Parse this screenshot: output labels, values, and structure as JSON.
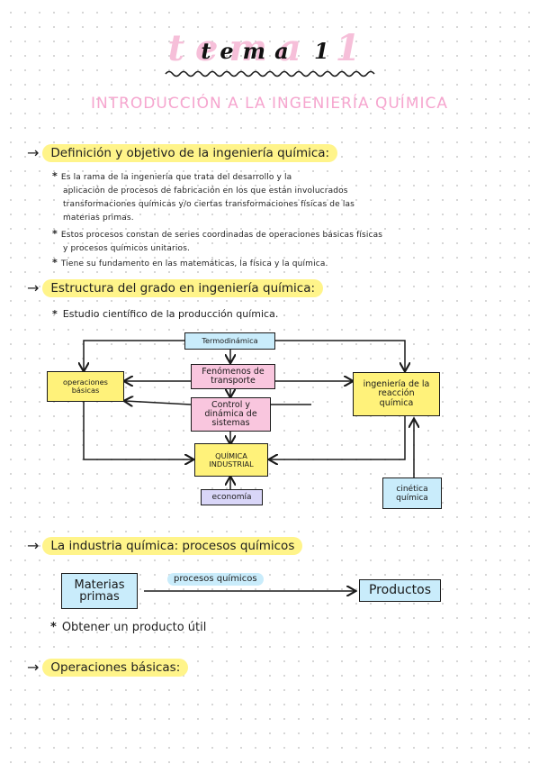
{
  "title": "tema 1",
  "subtitle": "INTRODUCCIÓN A LA INGENIERÍA QUÍMICA",
  "arrow_glyph": "→",
  "sections": [
    {
      "heading": "Definición y objetivo de la ingeniería química:",
      "bullets": [
        {
          "lines": [
            "Es la rama de la ingeniería que trata del desarrollo y la",
            "aplicación de procesos de fabricación en los que están involucrados",
            "transformaciones químicas y/o ciertas transformaciones físicas de las",
            "materias primas."
          ]
        },
        {
          "lines": [
            "Estos procesos constan de series coordinadas de operaciones básicas físicas",
            "y procesos químicos unitarios."
          ]
        },
        {
          "lines": [
            "Tiene su fundamento en las matemáticas, la física y la química."
          ]
        }
      ]
    },
    {
      "heading": "Estructura del grado en ingeniería química:",
      "note": "Estudio científico de la producción química."
    },
    {
      "heading": "La industria química: procesos químicos"
    },
    {
      "heading": "Operaciones básicas:"
    }
  ],
  "diagram": {
    "termodinamica": "Termodinámica",
    "fenomenos": "Fenómenos de transporte",
    "control": "Control y dinámica de sistemas",
    "operaciones": "operaciones básicas",
    "ingenieria_reaccion": "ingeniería de la reacción química",
    "quimica_industrial": "QUÍMICA INDUSTRIAL",
    "economia": "economía",
    "cinetica": "cinética química"
  },
  "process": {
    "input": "Materias primas",
    "label": "procesos químicos",
    "output": "Productos",
    "note": "Obtener un producto útil"
  },
  "colors": {
    "highlight_yellow": "#fff48a",
    "box_blue": "#c9ecfb",
    "box_yellow": "#fff27a",
    "box_pink": "#f9c6de",
    "box_lavender": "#d9d6f8",
    "title_pink": "#f6bfd9"
  },
  "icons": [
    "arrow-right-icon",
    "asterisk-icon",
    "squiggle-divider-icon"
  ]
}
